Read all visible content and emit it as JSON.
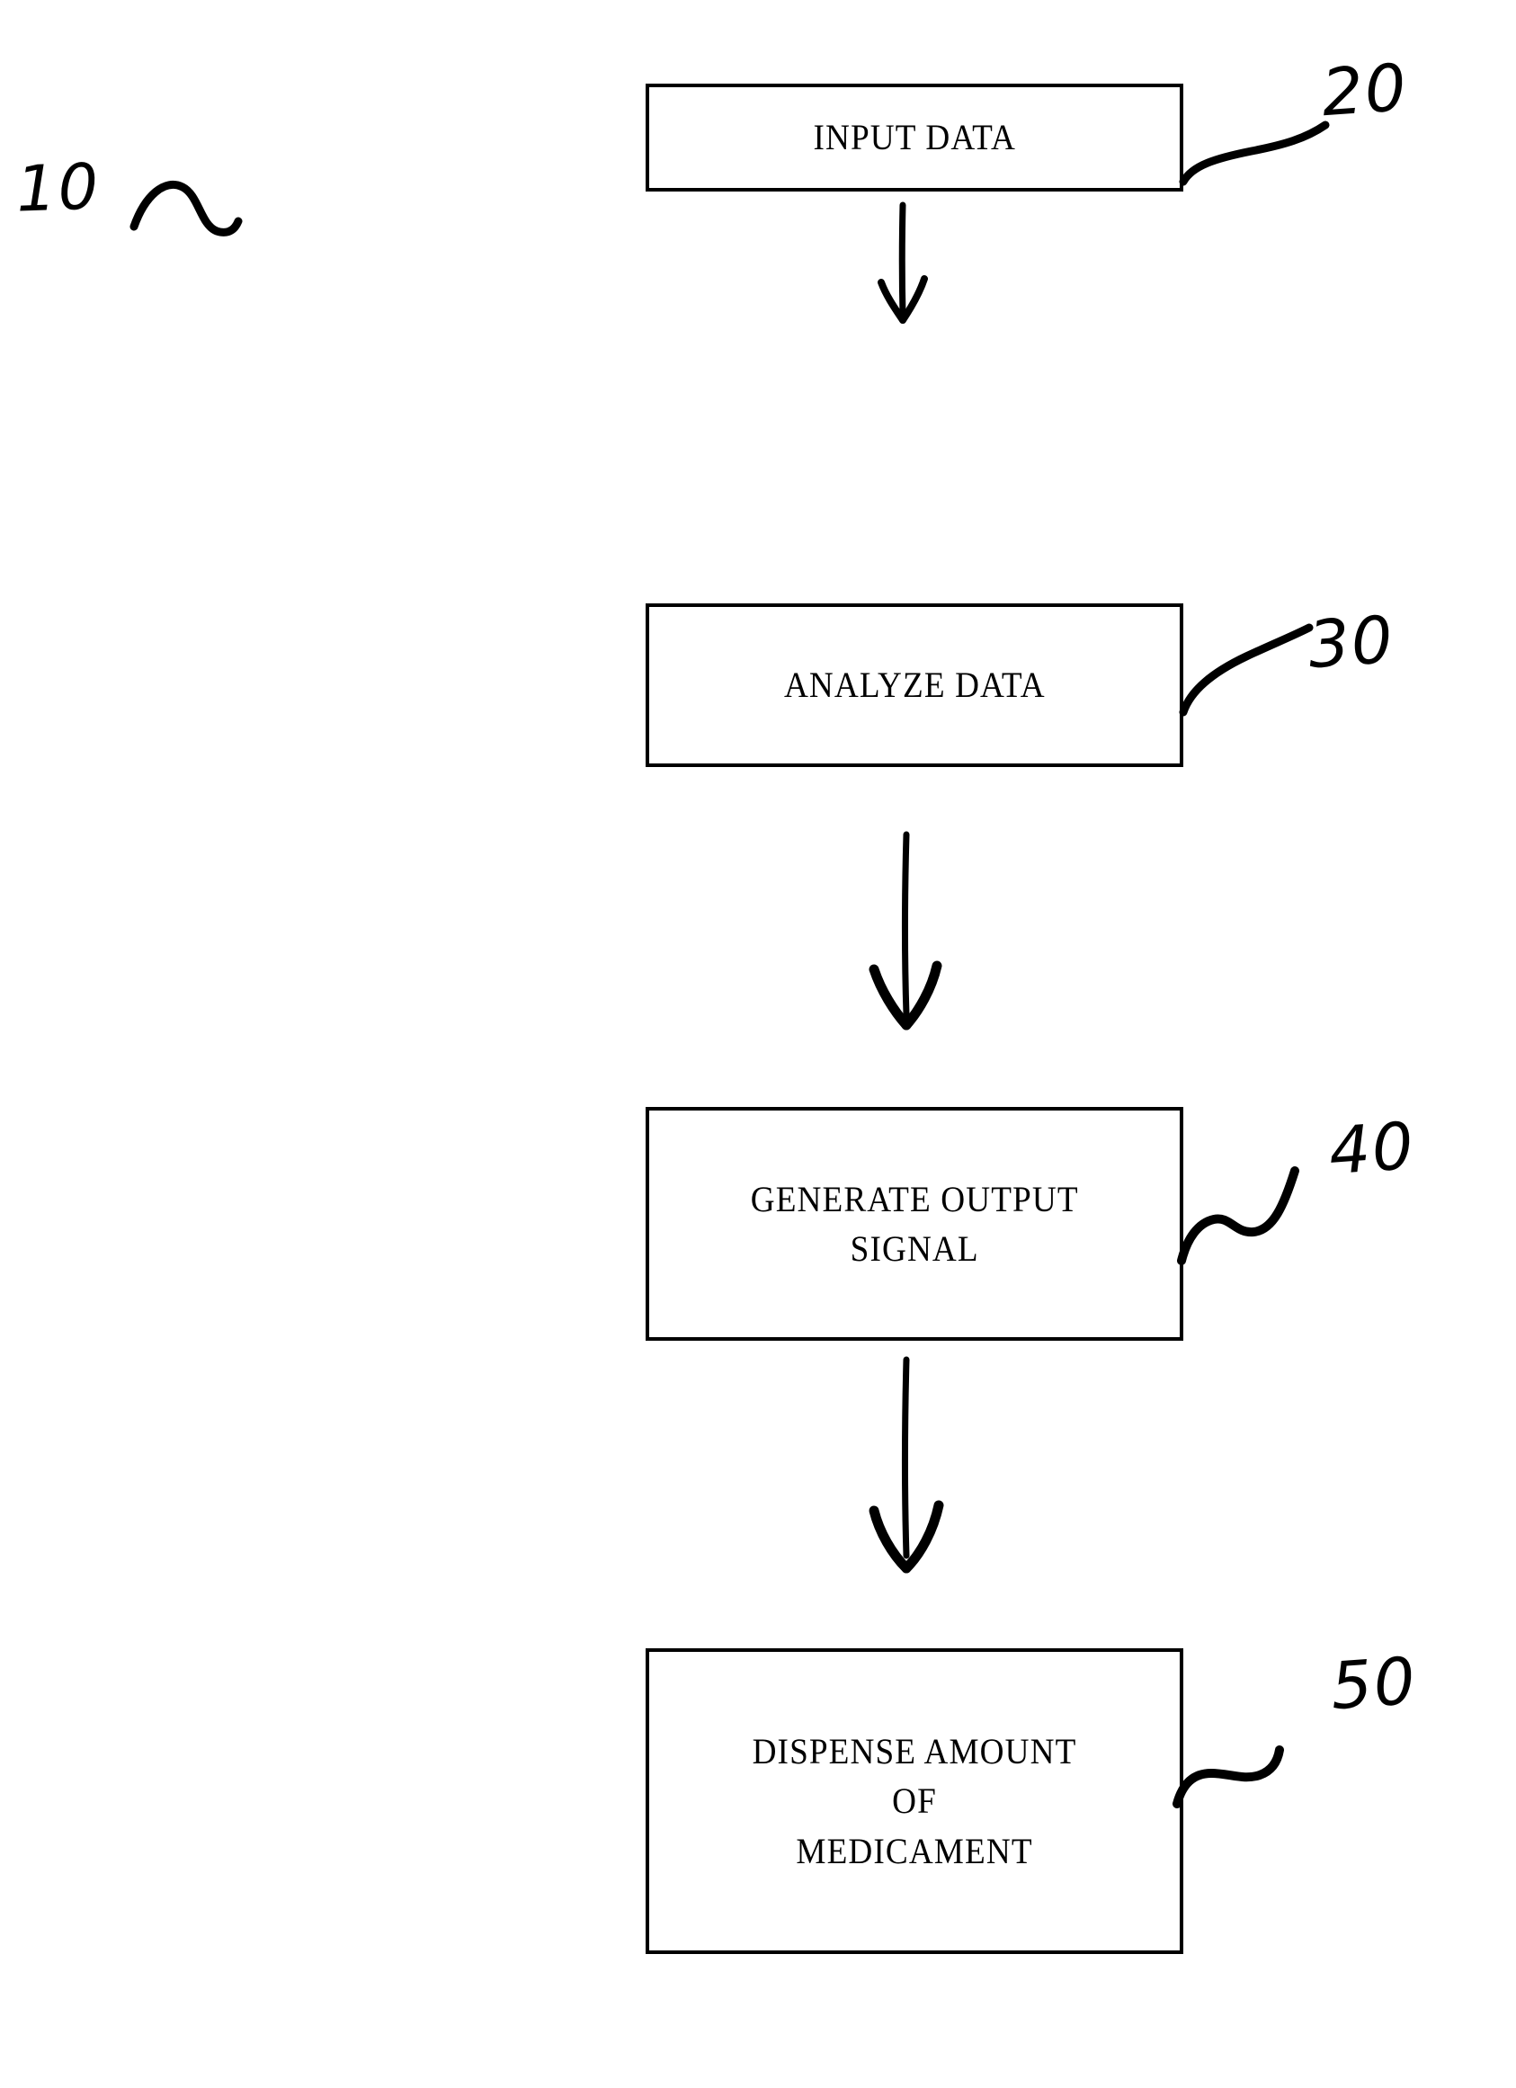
{
  "figure": {
    "type": "patent-flowchart",
    "orientation": "vertical",
    "background_color": "#ffffff",
    "ink_color": "#000000",
    "system_reference_numeral": "10"
  },
  "steps": [
    {
      "id": "step-input-data",
      "label": "INPUT DATA",
      "reference_numeral": "20",
      "lines": 1
    },
    {
      "id": "step-analyze-data",
      "label": "ANALYZE DATA",
      "reference_numeral": "30",
      "lines": 1
    },
    {
      "id": "step-generate-output-signal",
      "label": "GENERATE OUTPUT\nSIGNAL",
      "reference_numeral": "40",
      "lines": 2
    },
    {
      "id": "step-dispense-medicament",
      "label": "DISPENSE AMOUNT\nOF\nMEDICAMENT",
      "reference_numeral": "50",
      "lines": 3
    }
  ],
  "connectors": [
    {
      "id": "arrow-1",
      "from": "step-input-data",
      "to": "step-analyze-data",
      "direction": "down"
    },
    {
      "id": "arrow-2",
      "from": "step-analyze-data",
      "to": "step-generate-output-signal",
      "direction": "down"
    },
    {
      "id": "arrow-3",
      "from": "step-generate-output-signal",
      "to": "step-dispense-medicament",
      "direction": "down"
    }
  ]
}
